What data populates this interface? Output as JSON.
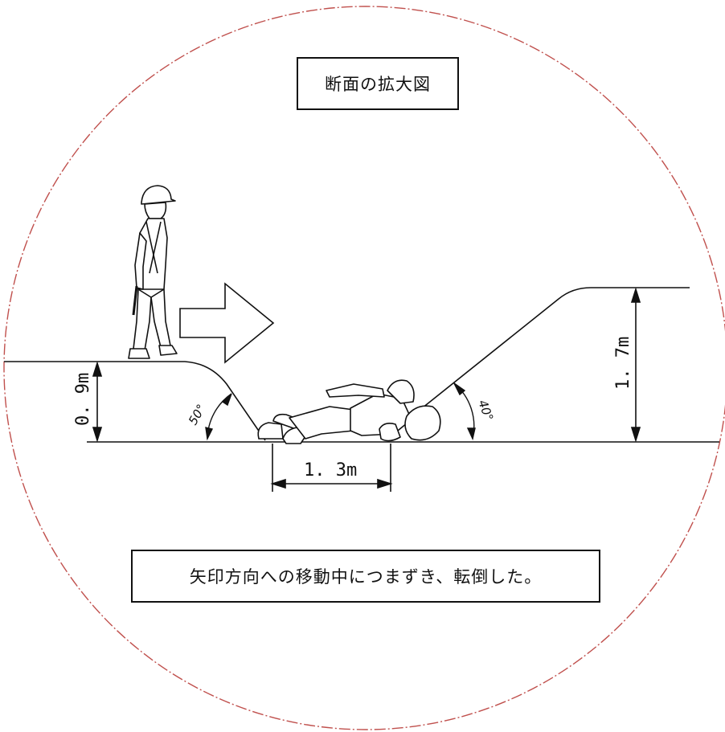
{
  "title": "断面の拡大図",
  "caption": "矢印方向への移動中につまずき、転倒した。",
  "dimensions": {
    "left_height": "0. 9m",
    "right_height": "1. 7m",
    "bottom_width": "1. 3m"
  },
  "angles": {
    "left_slope": "50°",
    "right_slope": "40°"
  },
  "icons": [
    "standing-worker-icon",
    "direction-arrow-icon",
    "fallen-worker-icon"
  ],
  "colors": {
    "circle_border": "#c0504d",
    "line": "#111111"
  }
}
